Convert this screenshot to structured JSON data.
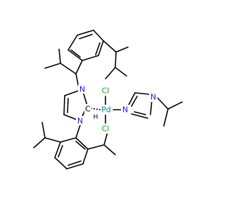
{
  "colors": {
    "carbon_bond": "#000000",
    "nitrogen": "#1a1ae6",
    "chlorine": "#19a019",
    "palladium": "#0a7d7d",
    "carbon_label": "#000000",
    "hydrogen": "#000000"
  },
  "atoms": {
    "N_upper": "N",
    "N_lower": "N",
    "C_carbene": "C",
    "H_carbene": "H",
    "Pd": "Pd",
    "Cl_upper": "Cl",
    "Cl_lower": "Cl",
    "N_imidazole_coord": "N",
    "N_imidazole_sub": "N"
  }
}
